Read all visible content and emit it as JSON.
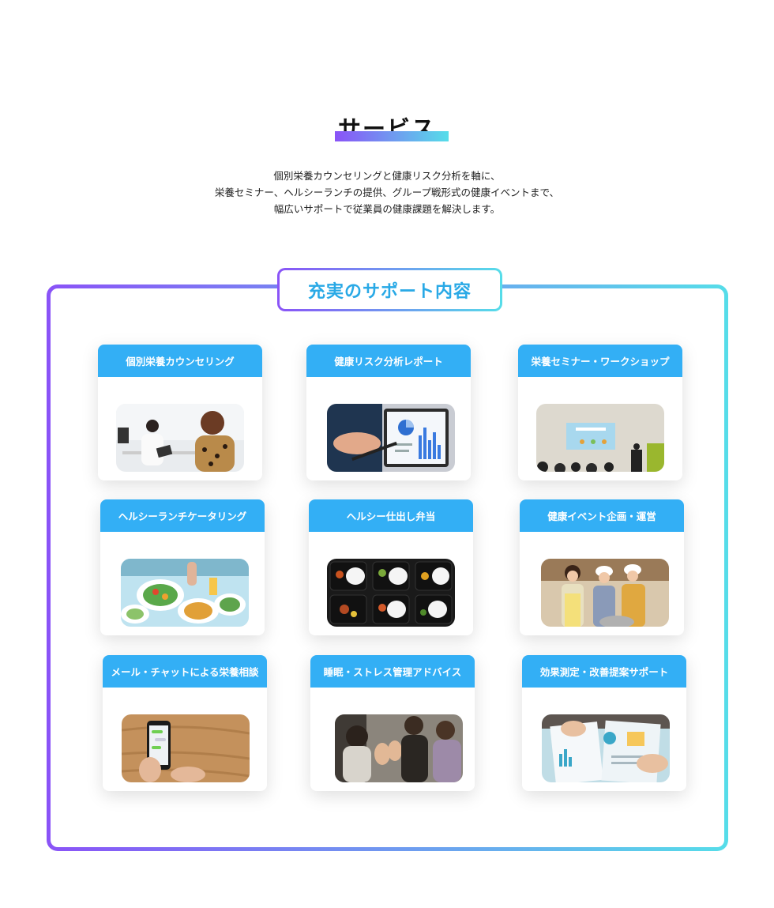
{
  "section": {
    "title": "サービス",
    "intro": [
      "個別栄養カウンセリングと健康リスク分析を軸に、",
      "栄養セミナー、ヘルシーランチの提供、グループ戦形式の健康イベントまで、",
      "幅広いサポートで従業員の健康課題を解決します。"
    ]
  },
  "support": {
    "badge": "充実のサポート内容",
    "cards": [
      {
        "label": "個別栄養カウンセリング",
        "image": "counseling-photo"
      },
      {
        "label": "健康リスク分析レポート",
        "image": "tablet-chart-photo"
      },
      {
        "label": "栄養セミナー・ワークショップ",
        "image": "seminar-photo"
      },
      {
        "label": "ヘルシーランチケータリング",
        "image": "lunch-table-photo"
      },
      {
        "label": "ヘルシー仕出し弁当",
        "image": "bento-boxes-photo"
      },
      {
        "label": "健康イベント企画・運営",
        "image": "cooking-event-photo"
      },
      {
        "label": "メール・チャットによる栄養相談",
        "image": "smartphone-chat-photo"
      },
      {
        "label": "睡眠・ストレス管理アドバイス",
        "image": "discussion-photo"
      },
      {
        "label": "効果測定・改善提案サポート",
        "image": "report-review-photo"
      }
    ]
  },
  "colors": {
    "gradient_start": "#8a53f7",
    "gradient_end": "#56dde9",
    "card_header": "#33aff5",
    "badge_text": "#29a9e6"
  }
}
